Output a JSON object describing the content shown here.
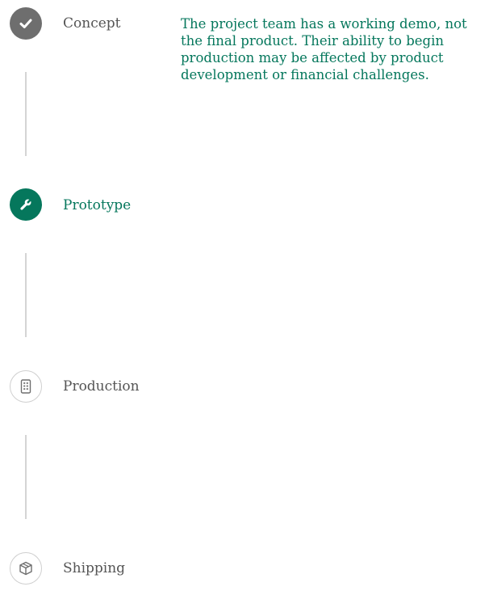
{
  "colors": {
    "accent": "#05775c",
    "completed": "#6e6e6e",
    "upcoming_border": "#cfcfcf",
    "connector": "#d4d4d4",
    "label_text": "#555555"
  },
  "description": "The project team has a working demo, not the final product. Their ability to begin production may be affected by product development or financial challenges.",
  "steps": [
    {
      "label": "Concept",
      "icon": "checkmark-icon",
      "state": "completed"
    },
    {
      "label": "Prototype",
      "icon": "wrench-icon",
      "state": "current"
    },
    {
      "label": "Production",
      "icon": "building-icon",
      "state": "upcoming"
    },
    {
      "label": "Shipping",
      "icon": "package-icon",
      "state": "upcoming"
    }
  ]
}
